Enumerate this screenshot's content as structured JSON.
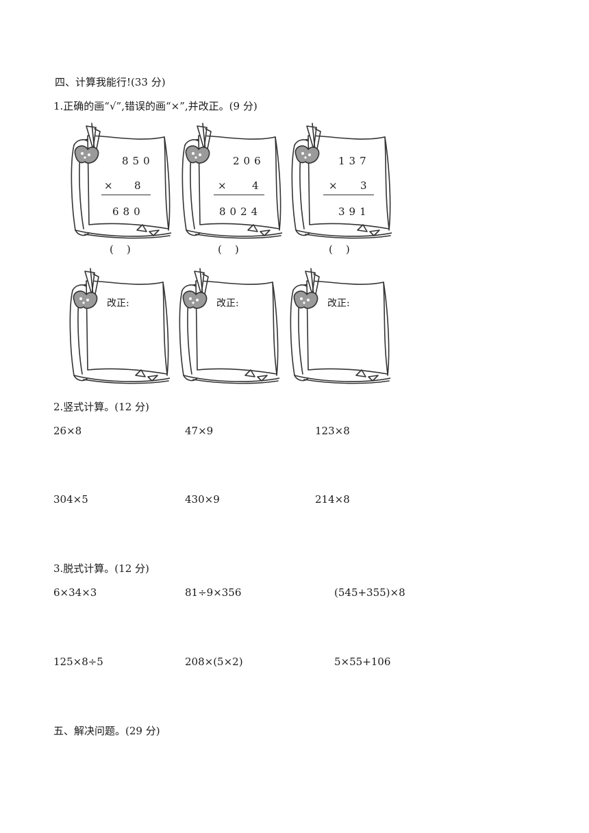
{
  "section4": {
    "title": "四、计算我能行!(33 分)",
    "q1": {
      "title": "1.正确的画“√”,错误的画“×”,并改正。(9 分)",
      "problems": [
        {
          "top": "850",
          "op": "×",
          "mult": "8",
          "result": "680",
          "answer": "(    )"
        },
        {
          "top": "206",
          "op": "×",
          "mult": "4",
          "result": "8024",
          "answer": "(    )"
        },
        {
          "top": "137",
          "op": "×",
          "mult": "3",
          "result": "391",
          "answer": "(    )"
        }
      ],
      "correction_label": "改正:"
    },
    "q2": {
      "title": "2.竖式计算。(12 分)",
      "items": [
        "26×8",
        "47×9",
        "123×8",
        "304×5",
        "430×9",
        "214×8"
      ]
    },
    "q3": {
      "title": "3.脱式计算。(12 分)",
      "items": [
        "6×34×3",
        "81÷9×356",
        "(545+355)×8",
        "125×8÷5",
        "208×(5×2)",
        "5×55+106"
      ]
    }
  },
  "section5": {
    "title": "五、解决问题。(29 分)"
  }
}
